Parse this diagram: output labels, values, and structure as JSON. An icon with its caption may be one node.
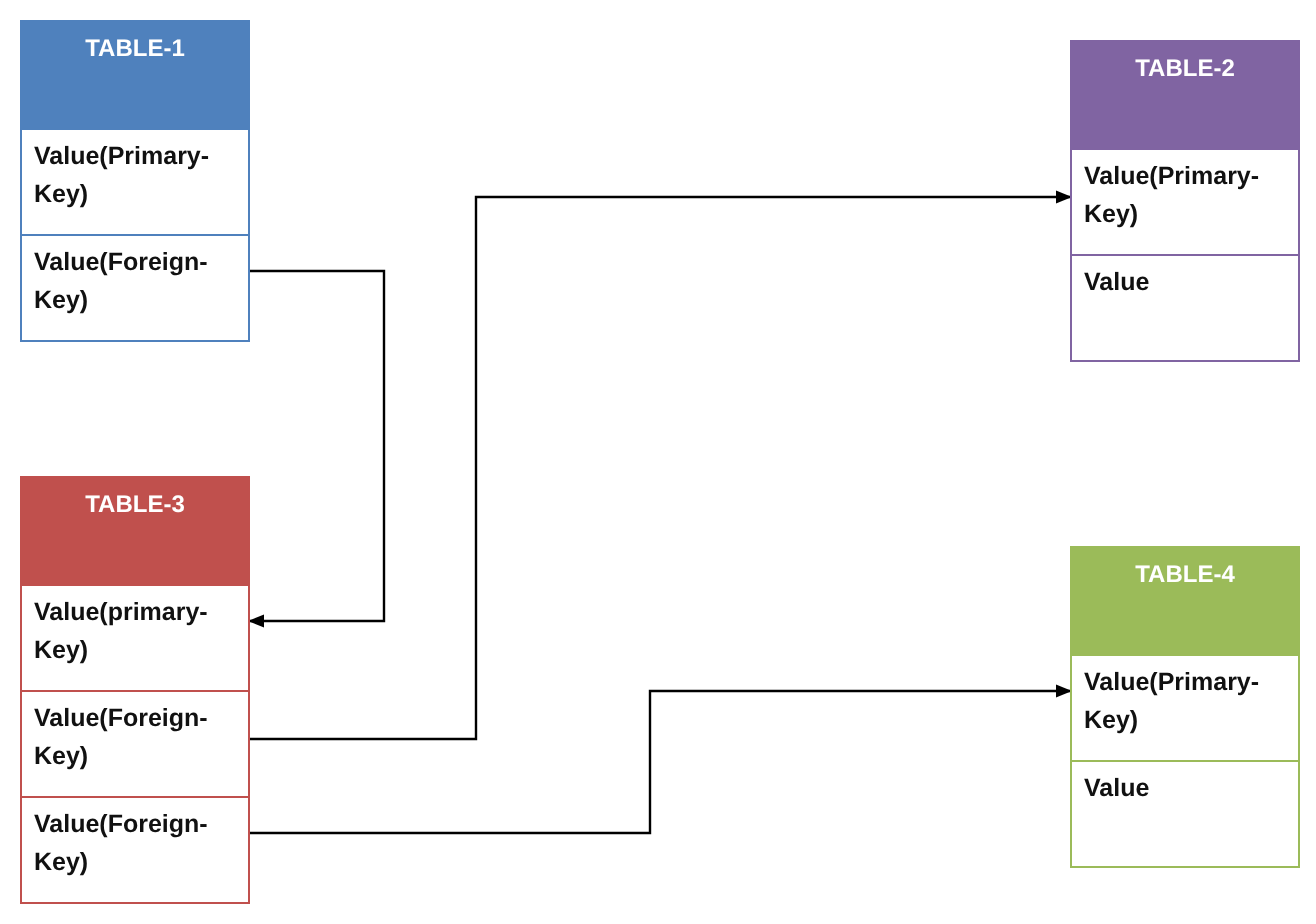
{
  "diagram": {
    "nodes": [
      {
        "text": [
          "TABLE-1"
        ]
      },
      {
        "text": [
          "Value(Primary-Key)"
        ],
        "in": 0
      },
      {
        "text": [
          "Value(Foreign-Key)"
        ],
        "in": 0
      },
      {
        "text": [
          "TABLE-2"
        ]
      },
      {
        "text": [
          "Value(Primary-Key)"
        ],
        "in": 3
      },
      {
        "text": [
          "Value"
        ],
        "in": 3
      },
      {
        "text": [
          "TABLE-3"
        ]
      },
      {
        "text": [
          "Value(primary-Key)"
        ],
        "in": 6
      },
      {
        "text": [
          "Value(Foreign-Key)"
        ],
        "in": 6
      },
      {
        "text": [
          "Value(Foreign-Key)"
        ],
        "in": 6
      },
      {
        "text": [
          "TABLE-4"
        ]
      },
      {
        "text": [
          "Value(Primary-Key)"
        ],
        "in": 10
      },
      {
        "text": [
          "Value"
        ],
        "in": 10
      }
    ],
    "edges": [
      {
        "from": 2,
        "to": 7,
        "arrow": "to"
      },
      {
        "from": 8,
        "to": 4,
        "arrow": "to"
      },
      {
        "from": 9,
        "to": 11,
        "arrow": "to"
      }
    ]
  }
}
